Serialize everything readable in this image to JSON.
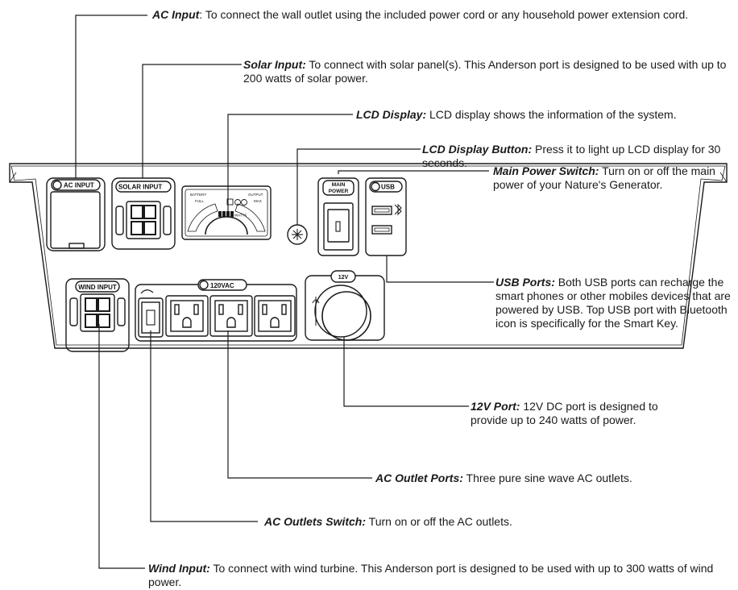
{
  "panel_labels": {
    "ac_input": "AC INPUT",
    "solar_input": "SOLAR INPUT",
    "wind_input": "WIND INPUT",
    "main_power": [
      "MAIN",
      "POWER"
    ],
    "usb": "USB",
    "vac": "120VAC",
    "dc12": "12V",
    "lcd_battery": "BATTERY",
    "lcd_output": "OUTPUT",
    "lcd_full": "FULL",
    "lcd_max": "MAX",
    "lcd_watts": "WATTS"
  },
  "callouts": {
    "ac_input": {
      "title": "AC Input",
      "sep": ": ",
      "text": "To connect the wall outlet using the included power cord or any household power extension cord."
    },
    "solar_input": {
      "title": "Solar Input:",
      "sep": " ",
      "text": "To connect with solar panel(s). This Anderson port is designed to be used with up to 200 watts of solar power."
    },
    "lcd_display": {
      "title": "LCD Display:",
      "sep": " ",
      "text": "LCD display shows the information of the system."
    },
    "lcd_button": {
      "title": "LCD Display Button:",
      "sep": " ",
      "text": "Press it to light up LCD display for 30 seconds."
    },
    "main_power": {
      "title": "Main Power Switch:",
      "sep": " ",
      "text": "Turn on or off the main power of your Nature's Generator."
    },
    "usb_ports": {
      "title": "USB Ports:",
      "sep": " ",
      "text": "Both USB ports can recharge the smart phones or other mobiles devices that are powered by USB. Top USB port with Bluetooth icon is specifically for the Smart Key."
    },
    "dc_port": {
      "title": "12V Port:",
      "sep": " ",
      "text": "12V DC port is designed to provide up to 240 watts of power."
    },
    "ac_outlets": {
      "title": "AC Outlet Ports:",
      "sep": " ",
      "text": "Three pure sine wave AC outlets."
    },
    "ac_switch": {
      "title": "AC Outlets Switch:",
      "sep": " ",
      "text": "Turn on or off the AC outlets."
    },
    "wind_input": {
      "title": "Wind Input:",
      "sep": " ",
      "text": "To connect with wind turbine. This Anderson port is designed to be used with up to 300 watts of wind power."
    }
  }
}
